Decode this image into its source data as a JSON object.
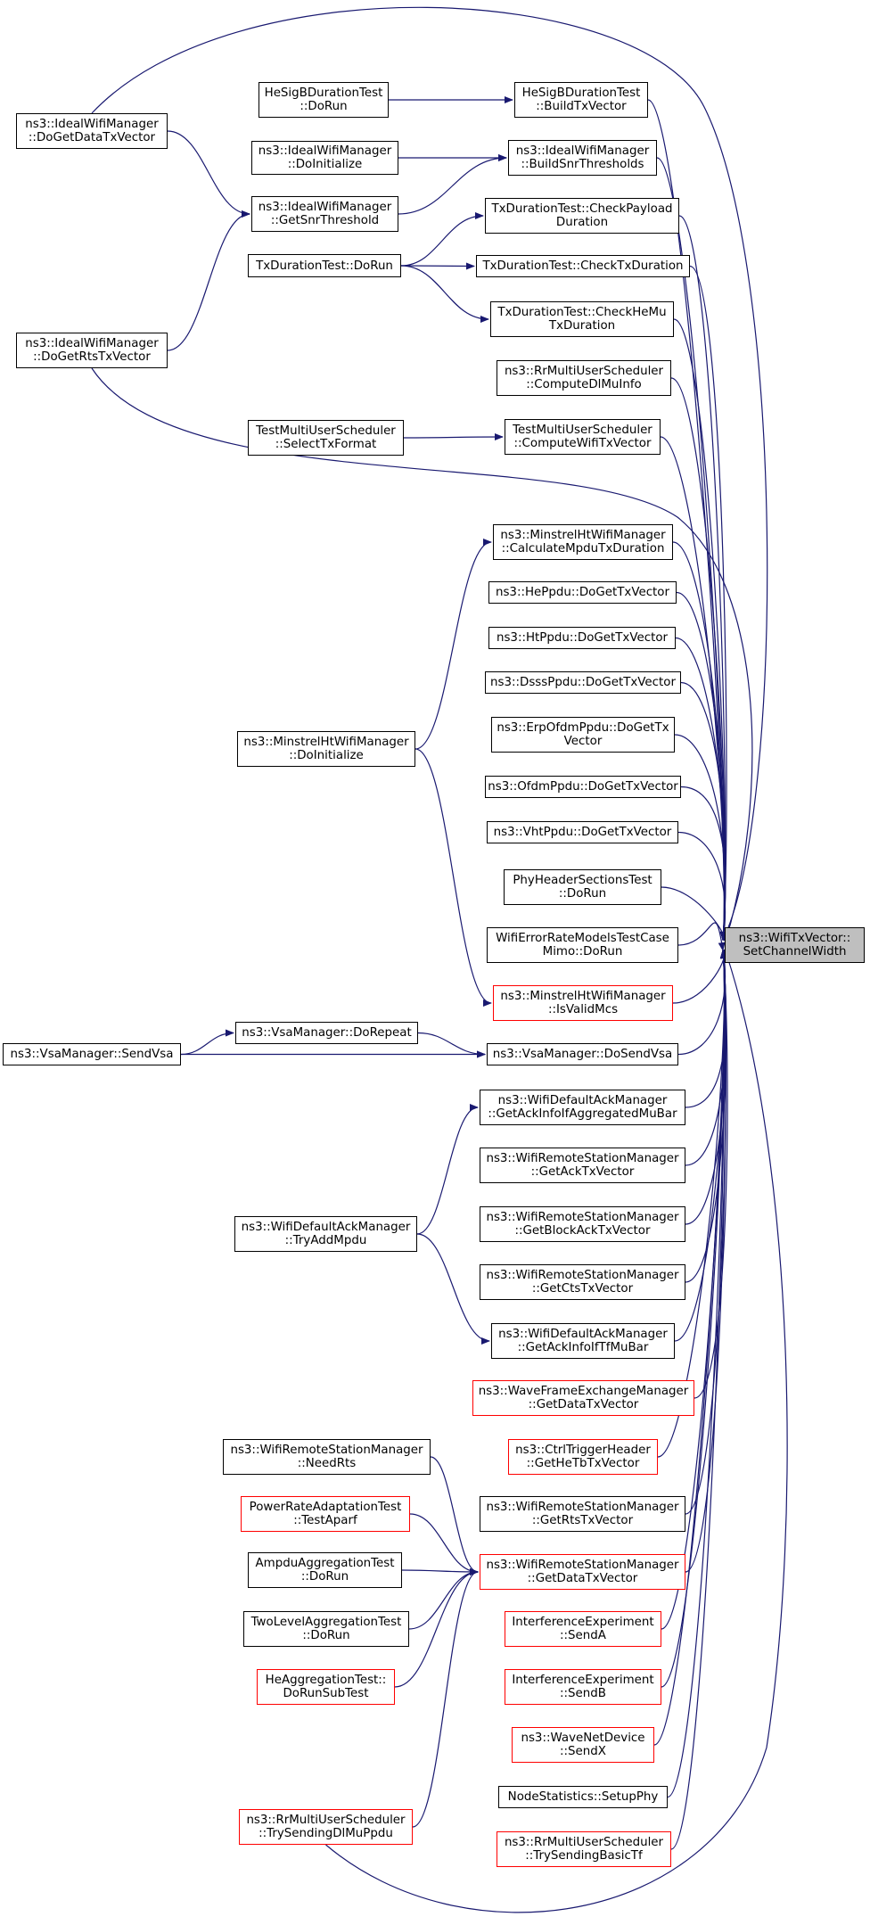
{
  "diagram": {
    "colors": {
      "edge": "#191970",
      "node_border": "#000000",
      "highlight_border": "#ff0000",
      "target_fill": "#bfbfbf",
      "background": "#ffffff"
    },
    "target": {
      "id": "target",
      "lines": [
        "ns3::WifiTxVector::",
        "SetChannelWidth"
      ]
    },
    "nodes": [
      {
        "id": "idealDoGetData",
        "lines": [
          "ns3::IdealWifiManager",
          "::DoGetDataTxVector"
        ],
        "red": false
      },
      {
        "id": "idealDoGetRts",
        "lines": [
          "ns3::IdealWifiManager",
          "::DoGetRtsTxVector"
        ],
        "red": false
      },
      {
        "id": "hesigbDoRun",
        "lines": [
          "HeSigBDurationTest",
          "::DoRun"
        ],
        "red": false
      },
      {
        "id": "idealDoInit",
        "lines": [
          "ns3::IdealWifiManager",
          "::DoInitialize"
        ],
        "red": false
      },
      {
        "id": "idealGetSnr",
        "lines": [
          "ns3::IdealWifiManager",
          "::GetSnrThreshold"
        ],
        "red": false
      },
      {
        "id": "txdurDoRun",
        "lines": [
          "TxDurationTest::DoRun"
        ],
        "red": false
      },
      {
        "id": "testmuSelect",
        "lines": [
          "TestMultiUserScheduler",
          "::SelectTxFormat"
        ],
        "red": false
      },
      {
        "id": "minstrelDoInit",
        "lines": [
          "ns3::MinstrelHtWifiManager",
          "::DoInitialize"
        ],
        "red": false
      },
      {
        "id": "vsaDoRepeat",
        "lines": [
          "ns3::VsaManager::DoRepeat"
        ],
        "red": false
      },
      {
        "id": "vsaSendVsa",
        "lines": [
          "ns3::VsaManager::SendVsa"
        ],
        "red": false
      },
      {
        "id": "ackTryAdd",
        "lines": [
          "ns3::WifiDefaultAckManager",
          "::TryAddMpdu"
        ],
        "red": false
      },
      {
        "id": "needRts",
        "lines": [
          "ns3::WifiRemoteStationManager",
          "::NeedRts"
        ],
        "red": false
      },
      {
        "id": "testAparf",
        "lines": [
          "PowerRateAdaptationTest",
          "::TestAparf"
        ],
        "red": true
      },
      {
        "id": "ampduDoRun",
        "lines": [
          "AmpduAggregationTest",
          "::DoRun"
        ],
        "red": false
      },
      {
        "id": "twoLevelDoRun",
        "lines": [
          "TwoLevelAggregationTest",
          "::DoRun"
        ],
        "red": false
      },
      {
        "id": "heAggSub",
        "lines": [
          "HeAggregationTest::",
          "DoRunSubTest"
        ],
        "red": true
      },
      {
        "id": "rrTrySendDl",
        "lines": [
          "ns3::RrMultiUserScheduler",
          "::TrySendingDlMuPpdu"
        ],
        "red": true
      },
      {
        "id": "hesigbBuild",
        "lines": [
          "HeSigBDurationTest",
          "::BuildTxVector"
        ],
        "red": false
      },
      {
        "id": "idealBuildSnr",
        "lines": [
          "ns3::IdealWifiManager",
          "::BuildSnrThresholds"
        ],
        "red": false
      },
      {
        "id": "txdurCheckPayload",
        "lines": [
          "TxDurationTest::CheckPayload",
          "Duration"
        ],
        "red": false
      },
      {
        "id": "txdurCheckTx",
        "lines": [
          "TxDurationTest::CheckTxDuration"
        ],
        "red": false
      },
      {
        "id": "txdurCheckHeMu",
        "lines": [
          "TxDurationTest::CheckHeMu",
          "TxDuration"
        ],
        "red": false
      },
      {
        "id": "rrComputeDl",
        "lines": [
          "ns3::RrMultiUserScheduler",
          "::ComputeDlMuInfo"
        ],
        "red": false
      },
      {
        "id": "testmuCompute",
        "lines": [
          "TestMultiUserScheduler",
          "::ComputeWifiTxVector"
        ],
        "red": false
      },
      {
        "id": "minstrelCalc",
        "lines": [
          "ns3::MinstrelHtWifiManager",
          "::CalculateMpduTxDuration"
        ],
        "red": false
      },
      {
        "id": "hePpdu",
        "lines": [
          "ns3::HePpdu::DoGetTxVector"
        ],
        "red": false
      },
      {
        "id": "htPpdu",
        "lines": [
          "ns3::HtPpdu::DoGetTxVector"
        ],
        "red": false
      },
      {
        "id": "dsssPpdu",
        "lines": [
          "ns3::DsssPpdu::DoGetTxVector"
        ],
        "red": false
      },
      {
        "id": "erpPpdu",
        "lines": [
          "ns3::ErpOfdmPpdu::DoGetTx",
          "Vector"
        ],
        "red": false
      },
      {
        "id": "ofdmPpdu",
        "lines": [
          "ns3::OfdmPpdu::DoGetTxVector"
        ],
        "red": false
      },
      {
        "id": "vhtPpdu",
        "lines": [
          "ns3::VhtPpdu::DoGetTxVector"
        ],
        "red": false
      },
      {
        "id": "phyHdrDoRun",
        "lines": [
          "PhyHeaderSectionsTest",
          "::DoRun"
        ],
        "red": false
      },
      {
        "id": "wifiErrMimo",
        "lines": [
          "WifiErrorRateModelsTestCase",
          "Mimo::DoRun"
        ],
        "red": false
      },
      {
        "id": "minstrelValid",
        "lines": [
          "ns3::MinstrelHtWifiManager",
          "::IsValidMcs"
        ],
        "red": true
      },
      {
        "id": "vsaDoSend",
        "lines": [
          "ns3::VsaManager::DoSendVsa"
        ],
        "red": false
      },
      {
        "id": "ackGetAggMu",
        "lines": [
          "ns3::WifiDefaultAckManager",
          "::GetAckInfoIfAggregatedMuBar"
        ],
        "red": false
      },
      {
        "id": "rsmGetAck",
        "lines": [
          "ns3::WifiRemoteStationManager",
          "::GetAckTxVector"
        ],
        "red": false
      },
      {
        "id": "rsmGetBlockAck",
        "lines": [
          "ns3::WifiRemoteStationManager",
          "::GetBlockAckTxVector"
        ],
        "red": false
      },
      {
        "id": "rsmGetCts",
        "lines": [
          "ns3::WifiRemoteStationManager",
          "::GetCtsTxVector"
        ],
        "red": false
      },
      {
        "id": "ackGetTfMu",
        "lines": [
          "ns3::WifiDefaultAckManager",
          "::GetAckInfoIfTfMuBar"
        ],
        "red": false
      },
      {
        "id": "waveGetData",
        "lines": [
          "ns3::WaveFrameExchangeManager",
          "::GetDataTxVector"
        ],
        "red": true
      },
      {
        "id": "ctrlTrig",
        "lines": [
          "ns3::CtrlTriggerHeader",
          "::GetHeTbTxVector"
        ],
        "red": true
      },
      {
        "id": "rsmGetRts",
        "lines": [
          "ns3::WifiRemoteStationManager",
          "::GetRtsTxVector"
        ],
        "red": false
      },
      {
        "id": "rsmGetData",
        "lines": [
          "ns3::WifiRemoteStationManager",
          "::GetDataTxVector"
        ],
        "red": true
      },
      {
        "id": "ifSendA",
        "lines": [
          "InterferenceExperiment",
          "::SendA"
        ],
        "red": true
      },
      {
        "id": "ifSendB",
        "lines": [
          "InterferenceExperiment",
          "::SendB"
        ],
        "red": true
      },
      {
        "id": "waveSendX",
        "lines": [
          "ns3::WaveNetDevice",
          "::SendX"
        ],
        "red": true
      },
      {
        "id": "nodeStats",
        "lines": [
          "NodeStatistics::SetupPhy"
        ],
        "red": false
      },
      {
        "id": "rrTrySendBasic",
        "lines": [
          "ns3::RrMultiUserScheduler",
          "::TrySendingBasicTf"
        ],
        "red": true
      }
    ]
  }
}
